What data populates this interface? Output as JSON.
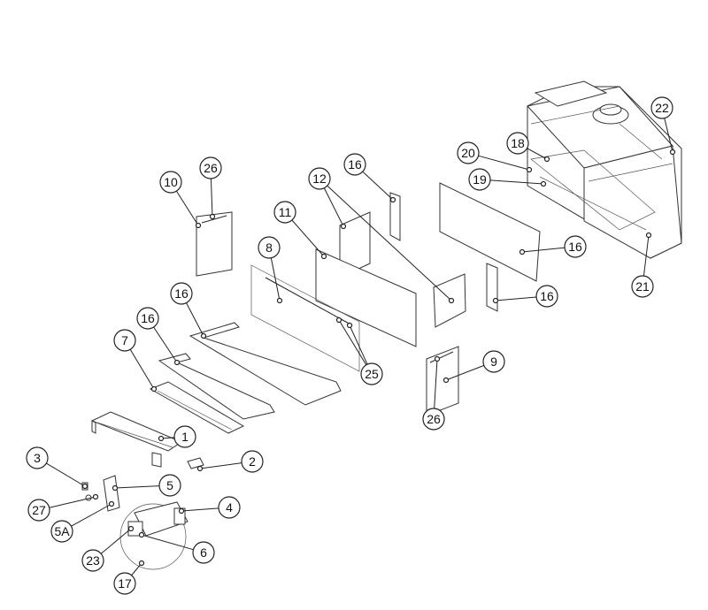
{
  "diagram": {
    "type": "exploded-parts-diagram",
    "callouts": [
      "10",
      "26",
      "16",
      "12",
      "11",
      "8",
      "16",
      "16",
      "7",
      "1",
      "3",
      "27",
      "5A",
      "5",
      "2",
      "4",
      "23",
      "6",
      "17",
      "25",
      "9",
      "26",
      "16",
      "16",
      "20",
      "18",
      "19",
      "22",
      "21"
    ]
  }
}
